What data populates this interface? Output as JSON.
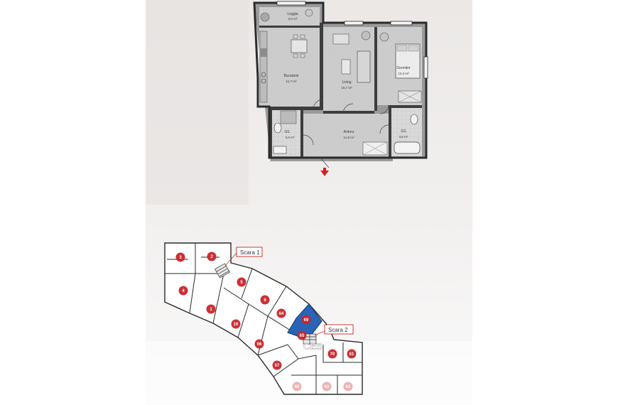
{
  "floor_plan": {
    "rooms": [
      {
        "id": "loggia",
        "name": "Loggia",
        "area": "3,0 m²"
      },
      {
        "id": "kitchen",
        "name": "Bucatarie",
        "area": "11,7 m²"
      },
      {
        "id": "living",
        "name": "Living",
        "area": "15,7 m²"
      },
      {
        "id": "bedroom",
        "name": "Dormitor",
        "area": "13,4 m²"
      },
      {
        "id": "wc1",
        "name": "GS",
        "area": "3,6 m²"
      },
      {
        "id": "hall",
        "name": "Antreu",
        "area": "11,8 m²"
      },
      {
        "id": "wc2",
        "name": "GS",
        "area": "3,6 m²"
      }
    ]
  },
  "site_plan": {
    "stairs": [
      {
        "id": "scara1",
        "label": "Scara 1"
      },
      {
        "id": "scara2",
        "label": "Scara 2"
      }
    ],
    "units": [
      {
        "id": "u1",
        "number": "3"
      },
      {
        "id": "u2",
        "number": "2"
      },
      {
        "id": "u3",
        "number": "4"
      },
      {
        "id": "u4",
        "number": "1"
      },
      {
        "id": "u5",
        "number": "5"
      },
      {
        "id": "u6",
        "number": "6"
      },
      {
        "id": "u7",
        "number": "10"
      },
      {
        "id": "u8",
        "number": "64"
      },
      {
        "id": "u9",
        "number": "65"
      },
      {
        "id": "u10",
        "number": "66"
      },
      {
        "id": "u11",
        "number": "67"
      },
      {
        "id": "u12",
        "number": "68"
      },
      {
        "id": "u13",
        "number": "63"
      },
      {
        "id": "u14",
        "number": "62"
      },
      {
        "id": "u15",
        "number": "61"
      },
      {
        "id": "u16",
        "number": "70"
      },
      {
        "id": "u17",
        "number": "69"
      }
    ],
    "highlight_color": "#2a64b8",
    "marker_color": "#c8262a"
  },
  "watermark": "CES"
}
